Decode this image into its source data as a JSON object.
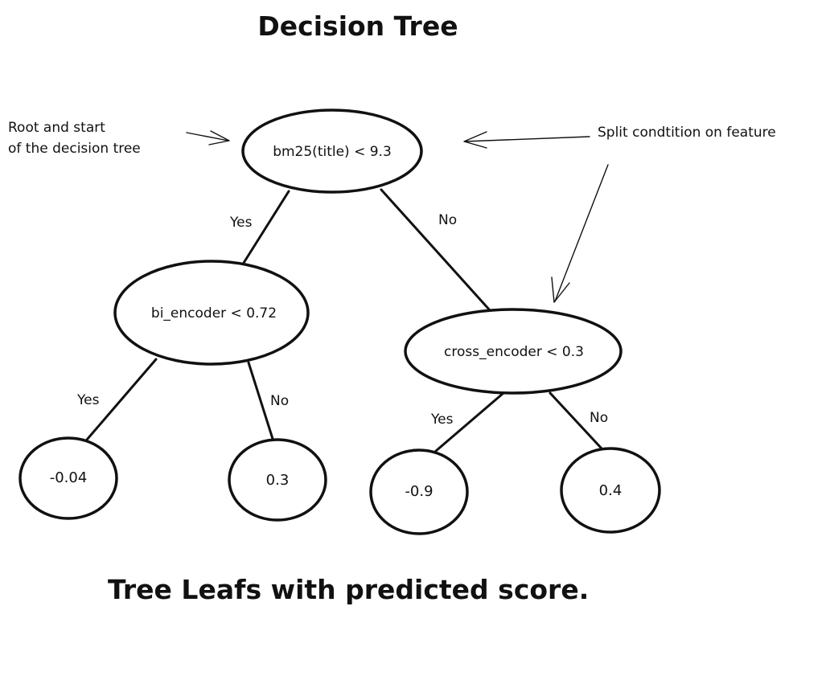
{
  "title": "Decision Tree",
  "caption": "Tree Leafs with predicted score.",
  "annotations": {
    "root_line1": "Root and start",
    "root_line2": "of the decision tree",
    "split": "Split condtition on feature"
  },
  "nodes": {
    "root": "bm25(title) < 9.3",
    "left": "bi_encoder < 0.72",
    "right": "cross_encoder < 0.3"
  },
  "leaves": {
    "left_yes": "-0.04",
    "left_no": "0.3",
    "right_yes": "-0.9",
    "right_no": "0.4"
  },
  "edges": {
    "root_yes": "Yes",
    "root_no": "No",
    "left_yes": "Yes",
    "left_no": "No",
    "right_yes": "Yes",
    "right_no": "No"
  }
}
